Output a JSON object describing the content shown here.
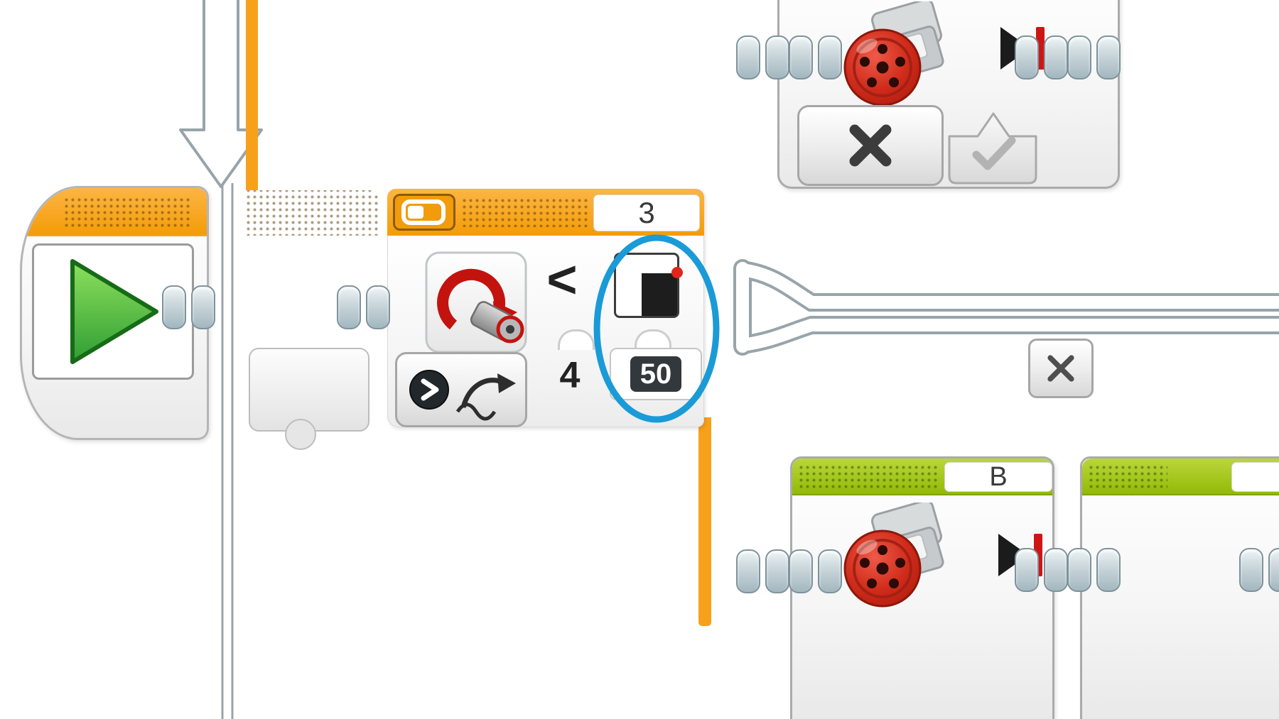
{
  "colors": {
    "orange": "#F7A11B",
    "green": "#9DC214",
    "highlight_blue": "#1A9BD7",
    "wire_gray": "#98A4AA",
    "value_box_bg": "#33383C",
    "motor_red": "#C62114",
    "play_green": "#3F9E36"
  },
  "start_block": {
    "icon": "play-icon"
  },
  "loop_block": {
    "label": "3",
    "compare_symbol": "<",
    "port_value": "4",
    "threshold_value": "50",
    "icons": {
      "header": "loop-icon",
      "sensor": "motor-rotation-icon",
      "threshold": "threshold-icon",
      "mode": "rotation-compare-mode-icon"
    }
  },
  "annotation": {
    "shape": "ellipse",
    "color": "#1A9BD7",
    "target": "threshold-input"
  },
  "motor_block_top": {
    "icons": [
      "medium-motor-icon",
      "play-to-end-icon"
    ],
    "cancel_icon": "x-icon",
    "confirm_icon": "check-icon"
  },
  "motor_block_bottom": {
    "port_label": "B",
    "icons": [
      "medium-motor-icon",
      "play-to-end-icon"
    ]
  },
  "close_button": {
    "icon": "x-icon"
  }
}
